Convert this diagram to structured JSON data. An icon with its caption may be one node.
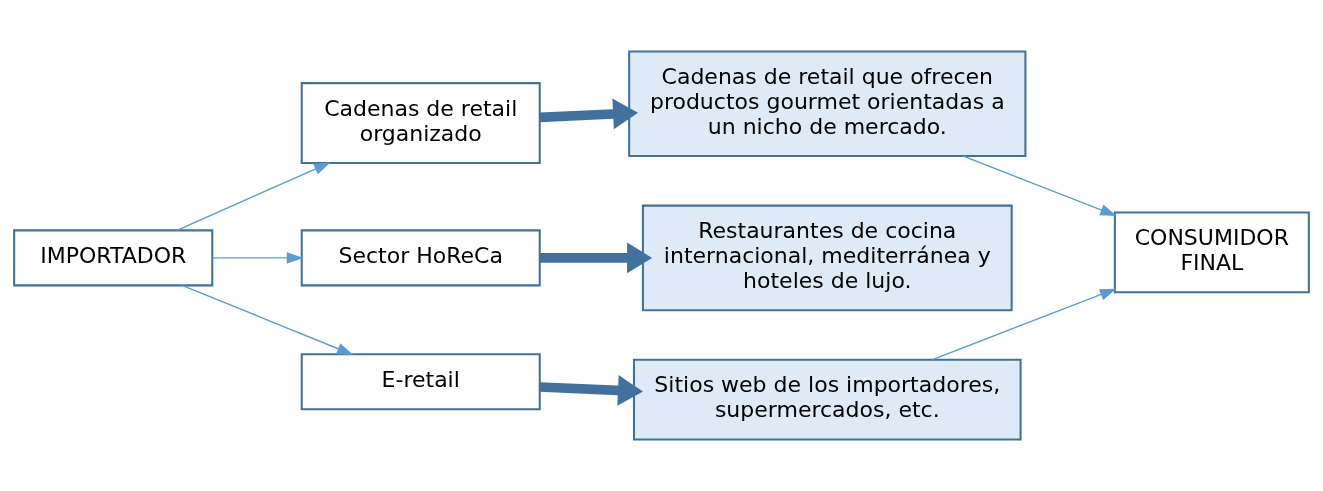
{
  "diagram": {
    "nodes": [
      {
        "text": [
          "IMPORTADOR"
        ]
      },
      {
        "text": [
          "Cadenas de retail organizado"
        ]
      },
      {
        "text": [
          "Sector HoReCa"
        ]
      },
      {
        "text": [
          "E-retail"
        ]
      },
      {
        "text": [
          "Cadenas de retail que ofrecen productos gourmet orientadas a un nicho de mercado."
        ]
      },
      {
        "text": [
          "Restaurantes de cocina internacional, mediterránea y hoteles de lujo."
        ]
      },
      {
        "text": [
          "Sitios web de los importadores, supermercados, etc."
        ]
      },
      {
        "text": [
          "CONSUMIDOR FINAL"
        ]
      }
    ],
    "edges": [
      {
        "from": 0,
        "to": 1,
        "arrow": "to"
      },
      {
        "from": 0,
        "to": 2,
        "arrow": "to"
      },
      {
        "from": 0,
        "to": 3,
        "arrow": "to"
      },
      {
        "from": 1,
        "to": 4,
        "arrow": "to",
        "style": "thick"
      },
      {
        "from": 2,
        "to": 5,
        "arrow": "to",
        "style": "thick"
      },
      {
        "from": 3,
        "to": 6,
        "arrow": "to",
        "style": "thick"
      },
      {
        "from": 4,
        "to": 7,
        "arrow": "to"
      },
      {
        "from": 6,
        "to": 7,
        "arrow": "to"
      }
    ]
  }
}
